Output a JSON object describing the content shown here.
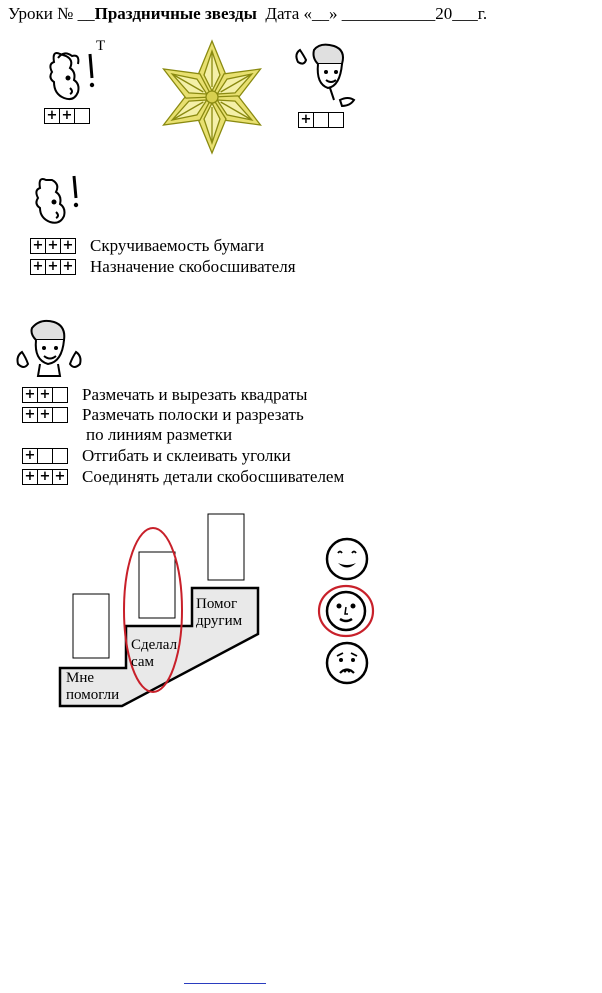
{
  "header": {
    "prefix": "Уроки № __",
    "title": "Праздничные звезды",
    "date_label": "Дата «__» ___________20___г."
  },
  "top": {
    "superscript": "Т",
    "score_left": [
      "+",
      "+",
      ""
    ],
    "score_right": [
      "+",
      "",
      ""
    ]
  },
  "knowledge": {
    "items": [
      {
        "score": [
          "+",
          "+",
          "+"
        ],
        "text": "Скручиваемость  бумаги"
      },
      {
        "score": [
          "+",
          "+",
          "+"
        ],
        "text": "Назначение скобосшивателя"
      }
    ]
  },
  "skills": {
    "items": [
      {
        "score": [
          "+",
          "+",
          ""
        ],
        "text": "Размечать и вырезать квадраты"
      },
      {
        "score": [
          "+",
          "+",
          ""
        ],
        "text": "Размечать полоски и разрезать",
        "cont": "по линиям разметки"
      },
      {
        "score": [
          "+",
          "",
          ""
        ],
        "text": "Отгибать и склеивать уголки"
      },
      {
        "score": [
          "+",
          "+",
          "+"
        ],
        "text": "Соединять детали скобосшивателем"
      }
    ]
  },
  "steps": {
    "helped": [
      "Мне",
      "помогли"
    ],
    "self": [
      "Сделал",
      "сам"
    ],
    "others": [
      "Помог",
      "другим"
    ]
  },
  "colors": {
    "circle": "#c8202a",
    "star": "#e8e070",
    "star_line": "#8a8a10",
    "step_fill": "#e9e9e9"
  }
}
